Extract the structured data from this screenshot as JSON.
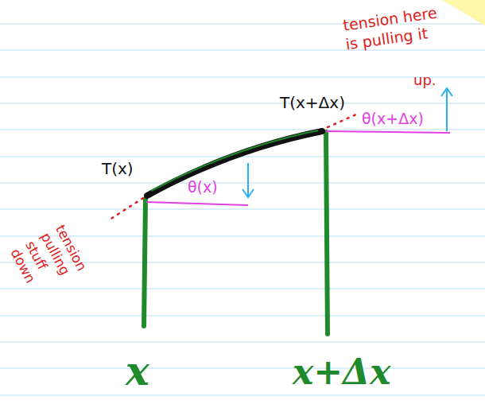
{
  "diagram": {
    "labels": [
      "tension here is pulling it",
      "up.",
      "T(x+Δx)",
      "T(x)",
      "θ(x+Δx)",
      "θ(x)",
      "tension pulling stuff down",
      "x",
      "x+Δx"
    ]
  }
}
